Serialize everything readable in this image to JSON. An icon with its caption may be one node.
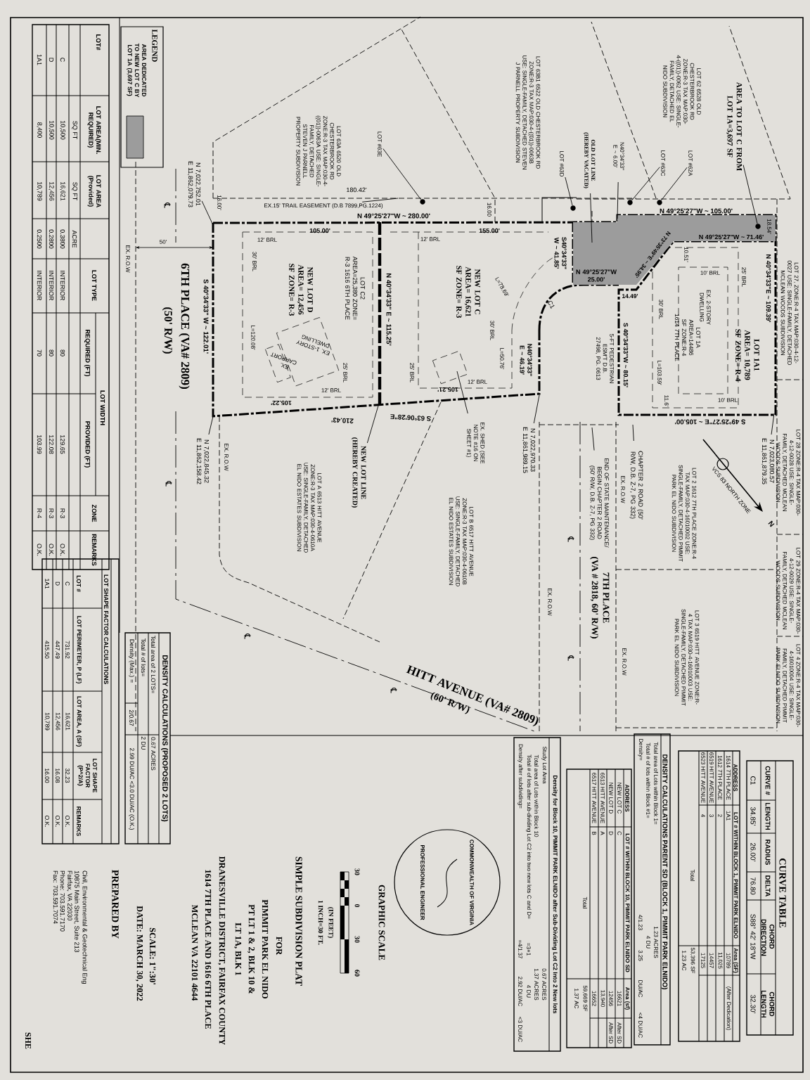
{
  "diagram": {
    "nodes": [
      {
        "text": [
          "AREA TO LOT C FROM LOT 1A=3,697 SF"
        ]
      },
      {
        "text": [
          "LOT #62A"
        ]
      },
      {
        "text": [
          "LOT #63C"
        ]
      },
      {
        "text": [
          "LOT #63D"
        ]
      },
      {
        "text": [
          "LOT #63E"
        ]
      },
      {
        "text": [
          "N40°34'33\" E ~ 6.00'"
        ]
      },
      {
        "text": [
          "OLD LOT LINE (HEREBY VACATED)"
        ]
      },
      {
        "text": [
          "EX.15' TRAIL EASEMENT (D.B 7899,PG.1224)"
        ]
      },
      {
        "text": [
          "N 7,022,752.01 E 11,862,079.73"
        ]
      },
      {
        "text": [
          "NEW LOT LINE (HEREBY CREATED)"
        ]
      },
      {
        "text": [
          "EX. SHED (SEE NOTE #16 ON SHEET #1)"
        ]
      },
      {
        "text": [
          "N 7,022,845.32 E 11,862,158.42"
        ]
      },
      {
        "text": [
          "N 7,022,970.33 E 11,861,989.15"
        ]
      },
      {
        "text": [
          "CHAPTER 2 ROAD (50' R/W, D.B. Z-7, PG 332)"
        ]
      },
      {
        "text": [
          "END OF STATE MAINTENANCE/ BEGIN CHAPTER 2 ROAD (50' R/W, D.B. Z-7, PG 332)"
        ]
      },
      {
        "text": [
          "N 7,023,080.57 E 11,861,879.35"
        ]
      },
      {
        "text": [],
        "shape": "box"
      },
      {
        "text": [],
        "shape": "circle"
      },
      {
        "text": [],
        "shape": "circle"
      },
      {
        "text": [],
        "shape": "circle"
      },
      {
        "text": [],
        "shape": "circle"
      },
      {
        "text": [],
        "shape": "circle",
        "in": 16
      }
    ],
    "edges": [
      {
        "from": 0,
        "to": 21,
        "arrow": "none"
      },
      {
        "from": 1,
        "to": 20,
        "arrow": "none"
      },
      {
        "from": 2,
        "to": 19,
        "arrow": "none"
      },
      {
        "from": 3,
        "to": 18,
        "arrow": "none"
      },
      {
        "from": 4,
        "to": 17,
        "arrow": "none"
      },
      {
        "from": 5,
        "to": 16,
        "arrow": "none"
      },
      {
        "from": 6,
        "to": 16,
        "arrow": "none"
      },
      {
        "from": 7,
        "to": null,
        "arrow": "none"
      },
      {
        "from": 8,
        "to": null,
        "arrow": "none"
      },
      {
        "from": 9,
        "to": null,
        "arrow": "none"
      },
      {
        "from": 10,
        "to": null,
        "arrow": "none"
      },
      {
        "from": 11,
        "to": null,
        "arrow": "none"
      },
      {
        "from": 12,
        "to": null,
        "arrow": "none"
      },
      {
        "from": 13,
        "to": null,
        "arrow": "none"
      },
      {
        "from": 14,
        "to": null,
        "arrow": "none"
      },
      {
        "from": 15,
        "to": null,
        "arrow": "none"
      }
    ],
    "labels": [
      "LOT 62 6528 OLD CHESTERBROOK RD ZONE:R-3 TAX MAP:030-4-((01))-0062 USE: SINGLE-FAMILY, DETACHED EL NIDO SUBDIVISION",
      "LOT 63B1 6522 OLD CHESTERBROOK RD ZONE:R-3 TAX MAP:030-4-((01))-0063B USE: SINGLE-FAMILY, DETACHED STEVEN J PARNELL PROPERTY SUBDIVISION",
      "LOT 63A 6520 OLD CHESTERBROOK RD ZONE:R-3 TAX MAP:030-4-((01))-0063A USE: SINGLE-FAMILY, DETACHED STEVEN J PARNELL PROPERTY SUBDIVISION",
      "180.42'",
      "N 49°25'27\"W ~ 280.00'",
      "105.00'",
      "16.00'",
      "16.00",
      "155.00'",
      "50'",
      "EX. R.O.W",
      "S 40°34'33\" W ~ 122.01'",
      "6TH PLACE (VA# 2809)",
      "(50' R/W)",
      "12' BRL",
      "30' BRL",
      "L=120.08'",
      "NEW LOT D AREA= 12,456 SF ZONE= R-3",
      "LOT C2 AREA=25,380 ZONE= R-3 1616 6TH PLACE",
      "N 40°34'33\" E ~ 115.25'",
      "12' BRL",
      "NEW LOT C AREA= 16,621 SF ZONE= R-3",
      "S40°34'33\" W ~ 41.85'",
      "L=78.69'",
      "C1",
      "30' BRL",
      "L=50.76'",
      "N40°34'33\" E ~ 46.19'",
      "25' BRL",
      "12' BRL",
      "25' BRL",
      "12' BRL",
      "EX. 1-STORY DWELLING",
      "EX. CARPORT",
      "105.21'",
      "105.22'",
      "S 63°06'28\"E",
      "210.43'",
      "EX. R.O.W",
      "LOT A 6513 HITT AVENUE ZONE:R-3 TAX MAP:030-4-0610A USE: SINGLE-FAMILY, DETACHED EL NIDO ESTATES SUBDIVISION",
      "LOT B 6517 HITT AVENUE ZONE:R-3 TAX MAP:030-4-0610B USE: SINGLE-FAMILY, DETACHED EL NIDO ESTATES SUBDIVISION",
      "HITT AVENUE (VA# 2809)",
      "(60' R/W)",
      "EX. R.O.W",
      "7TH PLACE",
      "(VA # 2818, 60' R/W)",
      "EX. R.O.W",
      "EX. R.O.W",
      "LOT 3 6519 HITT AVENUE ZONE:R-4 TAX MAP:030-4-16010003 USE: SINGLE-FAMILY, DETACHED PIMMIT PARK EL NIDO SUBDIVISION",
      "LOT 4 ZONE:R-4 TAX MAP:030-4-16010004 USE: SINGLE-FAMILY, DETACHED PIMMIT PARK ELNIDO SUBDIVISION",
      "LOT 29 ZONE:R-4 TAX MAP:030-4-12-0029 USE: SINGLE-FAMILY, DETACHED MCLEAN WOODS SUBDIVISION",
      "LOT 28 ZONE:R-4 TAX MAP:030-4-12-0028 USE: SINGLE-FAMILY, DETACHED MCLEAN WOODS SUBDIVISION",
      "LOT 2 1612 7TH PLACE ZONE:R-4 TAX MAP:030-4-16010002 USE: SINGLE-FAMILY, DETACHED PIMMIT PARK EL NIDO SUBDIVISION",
      "LOT 27, ZONE:R-4 TAX MAP:030-4-12-0027 USE: SINGLE-FAMILY, DETACHED MCLEAN WOODS SUBDIVISION",
      "VCS 83 NORTH ZONE",
      "N",
      "N 40°34'33\"E ~ 109.39'",
      "18.54'",
      "N 49°25'27\"W ~ 105.00'",
      "N 49°25'27\"W ~ 71.46'",
      "N 73°35'49\"E ~ 34.95'",
      "10.51'",
      "10' BRL",
      "25' BRL",
      "30' BRL",
      "EX. 2-STORY DWELLING",
      "LOT 1A AREA=14486 SF ZONE:R-4 1614 7TH PLACE",
      "LOT 1A1 AREA= 10,789 SF ZONE= R-4",
      "L=103.59'",
      "11.6'",
      "10' BRL",
      "S 49°25'27\"E ~ 105.00'",
      "N 49°25'27\"W 25.00'",
      "14.49'",
      "S 40°34'33\"W ~ 80.15'",
      "5-FT PEDESTRIAN ESM'T D.B. 27498, PG. 0613",
      "℄",
      "℄",
      "℄",
      "℄",
      "℄",
      "℄",
      "LEGEND",
      "LOT#",
      "LOT AREA(MIN. REQUIRED)",
      "LOT AREA (Provided)",
      "LOT TYPE",
      "LOT WIDTH",
      "REQUIRED (FT)",
      "PROVIDED (FT)",
      "ZONE",
      "REMARKS",
      "SQ FT",
      "SQ FT",
      "ACRE",
      "C",
      "10,500",
      "16,621",
      "0.3800",
      "INTERIOR",
      "80",
      "129.65",
      "R-3",
      "O.K.",
      "D",
      "10,500",
      "12,456",
      "0.2800",
      "INTERIOR",
      "80",
      "122.08",
      "R-3",
      "O.K.",
      "1A1",
      "8,400",
      "10,789",
      "0.2500",
      "INTERIOR",
      "70",
      "103.99",
      "R-4",
      "O.K.",
      "LOT SHAPE FACTOR CALCULATIONS",
      "LOT #",
      "LOT PERIMETER, P (LF)",
      "LOT AREA, A (SF)",
      "LOT SHAPE FACTOR (P^2/A)",
      "REMARKS",
      "C",
      "731.92",
      "16,621",
      "32.23",
      "O.K.",
      "D",
      "447.49",
      "12,456",
      "16.08",
      "O.K.",
      "1A1",
      "415.50",
      "10,789",
      "16.00",
      "O.K.",
      "DENSITY CALCULATIONS (PROPOSED 2 LOTS)",
      "Total area of 2 LOTS=",
      "0.67 ACRES",
      "Total # of lots=",
      "2 DU",
      "Density (Max.) =",
      "2/0.67",
      "2.99 DU/AC <3.0 DU/AC (O.K.)",
      "CURVE TABLE",
      "CURVE #",
      "LENGTH",
      "RADIUS",
      "DELTA",
      "CHORD DIRECTION",
      "CHORD LENGTH",
      "C1",
      "34.85'",
      "26.00'",
      "76.80",
      "S88° 42' 18\"W",
      "32.30'",
      "ADDRESS",
      "LOT # WITHIN BLOCK 1, PIMMIT PARK ELNIDO",
      "Area (SF)",
      "1614 7TH PLACE",
      "1A1",
      "10789",
      "(After Dedication)",
      "1612 7TH PLACE",
      "2",
      "11,025",
      "6519 HITT AVENUE",
      "3",
      "14457",
      "6523 HITT AVENUE",
      "4",
      "17125",
      "Total",
      "53,396 SF",
      "1.23 AC",
      "DENSITY CALCULATIONS PARENT SD (BLOCK 1, PIMMIT PARK ELNIDO)",
      "Total area of Lots within Block 1=",
      "1.23 ACRES",
      "Total # of lots within Block #1=",
      "4 DU",
      "Density=",
      "4/1.23",
      "3.25",
      "DU/AC",
      "<4 DU/AC",
      "ADDRESS",
      "LOT # WITHIN BLOCK 10, PIMMIT PARK ELNIDO SD",
      "Area (sf)",
      "NEW LOT C",
      "C",
      "16621",
      "After SD",
      "NEW LOT D",
      "D",
      "12456",
      "After SD",
      "6513 HITT AVENUE",
      "A",
      "13,940",
      "6517 HITT AVENUE",
      "B",
      "16652",
      "Total",
      "59,669 SF",
      "1.37 AC",
      "Density for Block 10, PIMMIT PARK ELNIDO after Sub-Dividing Lot C2 Into 2 New lots",
      "Study Lot Area",
      "0.67 ACRES",
      "Total area of Lots within Block 10",
      "1.37 ACRES",
      "Total # of lots after sub-dividing Lot C2 into two new lots C and D=",
      "=3+1",
      "4 DU",
      "Density after subdividing=",
      "=4/1.37",
      "2.92 DU/AC",
      "<3 DU/AC",
      "COMMONWEALTH OF VIRGINIA",
      "PROFESSIONAL ENGINEER",
      "GRAPHIC SCALE",
      "30",
      "0",
      "30",
      "60",
      "(IN FEET)",
      "1 INCH=30 FT.",
      "SIMPLE SUBDIVISION PLAT",
      "FOR",
      "PIMMIT PARK EL NIDO",
      "PT LT 1 & 2, BLK 10 &",
      "LT 1A, BLK 1",
      "DRANESVILLE DISTRICT, FAIRFAX COUNTY",
      "1614 7TH PLACE AND 1616 6TH PLACE",
      "MCLEAN VA 22101 4644",
      "SCALE: 1\":30'",
      "DATE: MARCH 30, 2022",
      "PREPARED BY",
      "Civil, Environmental & Geotechnical Eng",
      "10875 Main Street, Suite 213",
      "Fairfax, VA 22030",
      "Phone: 703.591.7170",
      "Fax: 703.591.7074",
      "SHE"
    ],
    "legend": [
      {
        "text": "AREA DEDICATED TO NEW LOT C BY LOT 1A (3,697 SF)",
        "color": "#9c9c9c"
      }
    ]
  }
}
